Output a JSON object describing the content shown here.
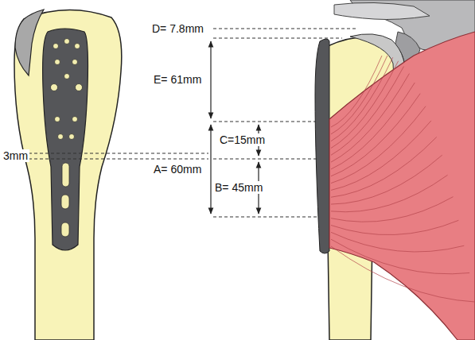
{
  "diagram": {
    "labels": [
      "D= 7.8mm",
      "E= 61mm",
      "C=15mm",
      "A= 60mm",
      "B= 45mm",
      "3mm"
    ]
  }
}
